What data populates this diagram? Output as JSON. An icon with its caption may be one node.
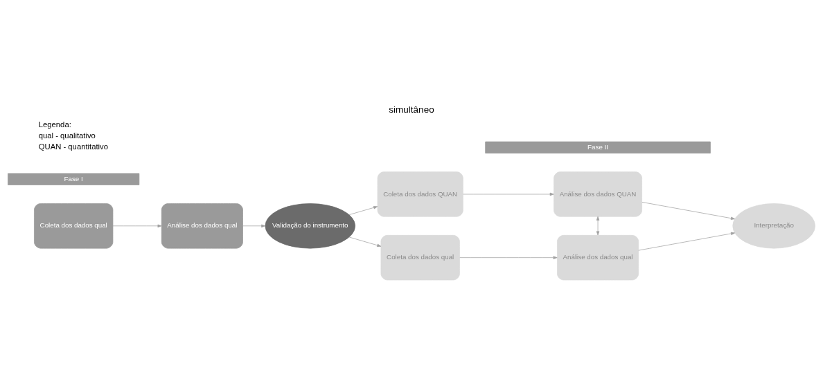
{
  "diagram": {
    "title": "simultâneo",
    "nodes": [
      {
        "text": [
          "Fase I"
        ]
      },
      {
        "text": [
          "Fase II"
        ]
      },
      {
        "text": [
          "Coleta dos dados qual"
        ]
      },
      {
        "text": [
          "Análise dos dados qual"
        ]
      },
      {
        "text": [
          "Validação do instrumento"
        ]
      },
      {
        "text": [
          "Coleta dos dados QUAN"
        ]
      },
      {
        "text": [
          "Análise dos dados QUAN"
        ]
      },
      {
        "text": [
          "Interpretação"
        ]
      },
      {
        "text": [
          "Coleta dos dados qual"
        ]
      },
      {
        "text": [
          "Análise dos dados qual"
        ]
      }
    ],
    "edges": [
      {
        "from": 2,
        "to": 3,
        "arrow": "to"
      },
      {
        "from": 3,
        "to": 4,
        "arrow": "to"
      },
      {
        "from": 4,
        "to": 5,
        "arrow": "to"
      },
      {
        "from": 4,
        "to": 8,
        "arrow": "to"
      },
      {
        "from": 5,
        "to": 6,
        "arrow": "to"
      },
      {
        "from": 8,
        "to": 9,
        "arrow": "to"
      },
      {
        "from": 6,
        "to": 9,
        "arrow": "both"
      },
      {
        "from": 6,
        "to": 7,
        "arrow": "to"
      },
      {
        "from": 9,
        "to": 7,
        "arrow": "to"
      }
    ],
    "labels": [
      "Legenda:",
      "qual - qualitativo",
      "QUAN - quantitativo"
    ]
  }
}
